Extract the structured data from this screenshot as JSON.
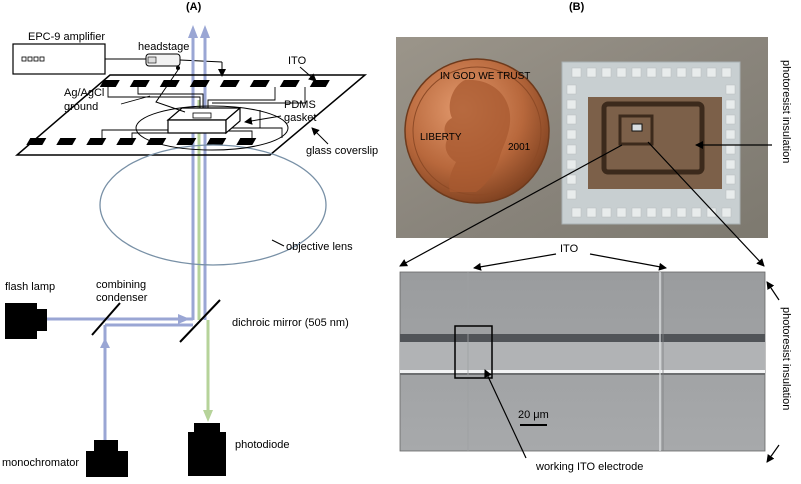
{
  "panels": {
    "a": {
      "label": "(A)"
    },
    "b": {
      "label": "(B)"
    }
  },
  "setup": {
    "amplifier": "EPC-9 amplifier",
    "headstage": "headstage",
    "ito": "ITO",
    "ground_line1": "Ag/AgCl",
    "ground_line2": "ground",
    "pdms_line1": "PDMS",
    "pdms_line2": "gasket",
    "coverslip": "glass coverslip",
    "objective": "objective lens",
    "flash_lamp": "flash lamp",
    "condenser_line1": "combining",
    "condenser_line2": "condenser",
    "dichroic": "dichroic mirror (505 nm)",
    "monochromator": "monochromator",
    "photodiode": "photodiode"
  },
  "photos": {
    "photoresist_top": "photoresist insulation",
    "ito_label": "ITO",
    "photoresist_bottom": "photoresist insulation",
    "scale_bar": "20 μm",
    "working_electrode": "working ITO electrode",
    "coin_line1": "IN GOD WE TRUST",
    "coin_line2": "LIBERTY",
    "coin_year": "2001"
  },
  "colors": {
    "excitation_beam": "#9aa6d4",
    "emission_beam": "#b6d39a",
    "objective_outline": "#7890a6"
  }
}
